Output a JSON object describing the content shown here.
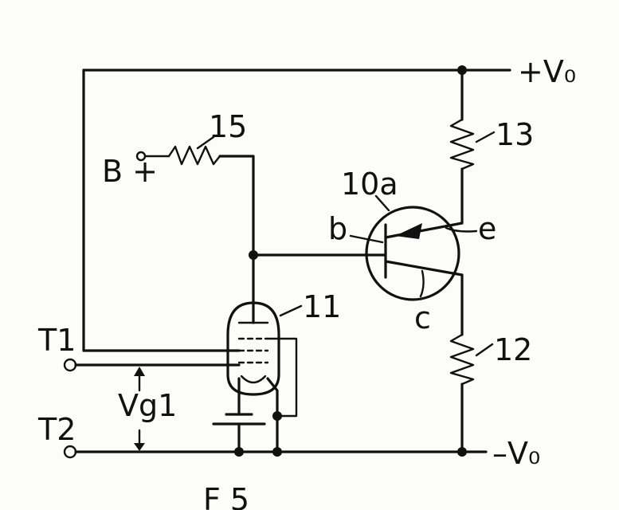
{
  "labels": {
    "plus_vo": "+V₀",
    "minus_vo": "–V₀",
    "b_plus": "B +",
    "resistor_15": "15",
    "resistor_13": "13",
    "resistor_12": "12",
    "transistor": "10a",
    "tube": "11",
    "base": "b",
    "emitter": "e",
    "collector": "c",
    "t1": "T1",
    "t2": "T2",
    "vg1": "Vg1",
    "fig_text": "F  5"
  }
}
